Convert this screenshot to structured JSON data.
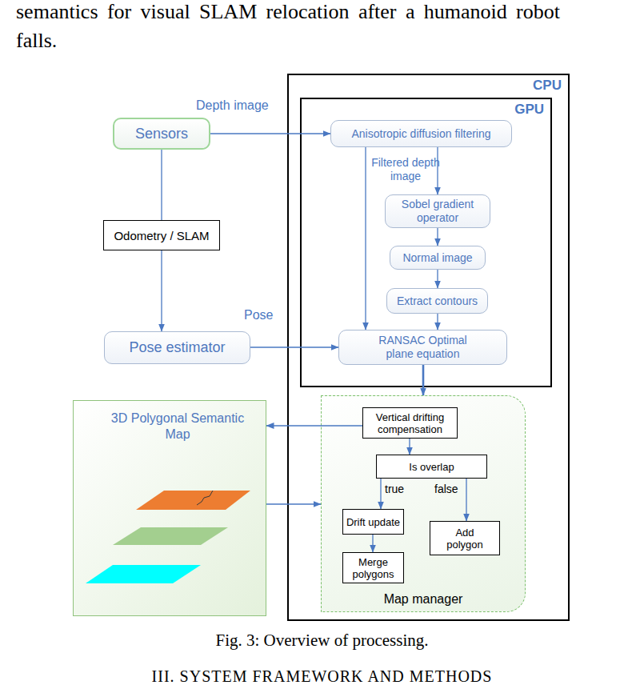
{
  "diagram": {
    "caption": "Fig. 3: Overview of processing.",
    "nodes": [
      {
        "text": [
          "CPU"
        ]
      },
      {
        "text": [
          "GPU"
        ],
        "in": 0
      },
      {
        "text": [
          "Sensors"
        ]
      },
      {
        "text": [
          "Anisotropic diffusion filtering"
        ],
        "in": 1
      },
      {
        "text": [
          "Odometry / SLAM"
        ]
      },
      {
        "text": [
          "Sobel gradient operator"
        ],
        "in": 1
      },
      {
        "text": [
          "Normal image"
        ],
        "in": 1
      },
      {
        "text": [
          "Extract contours"
        ],
        "in": 1
      },
      {
        "text": [
          "Pose estimator"
        ]
      },
      {
        "text": [
          "RANSAC Optimal plane equation"
        ],
        "in": 1
      },
      {
        "text": [
          "3D Polygonal Semantic Map"
        ]
      },
      {
        "text": [
          "Map manager"
        ],
        "in": 0
      },
      {
        "text": [
          "Vertical drifting compensation"
        ],
        "in": 11
      },
      {
        "text": [
          "Is overlap"
        ],
        "in": 11
      },
      {
        "text": [
          "Drift update"
        ],
        "in": 11
      },
      {
        "text": [
          "Add polygon"
        ],
        "in": 11
      },
      {
        "text": [
          "Merge polygons"
        ],
        "in": 11
      }
    ],
    "edges": [
      {
        "from": 2,
        "to": 3,
        "label": "Depth image",
        "arrow": "to"
      },
      {
        "from": 2,
        "to": 4,
        "arrow": "none"
      },
      {
        "from": 4,
        "to": 8,
        "arrow": "to"
      },
      {
        "from": 8,
        "to": 9,
        "label": "Pose",
        "arrow": "to"
      },
      {
        "from": 3,
        "to": 5,
        "label": "Filtered depth image",
        "arrow": "to"
      },
      {
        "from": 3,
        "to": 9,
        "arrow": "to"
      },
      {
        "from": 5,
        "to": 6,
        "arrow": "to"
      },
      {
        "from": 6,
        "to": 7,
        "arrow": "to"
      },
      {
        "from": 7,
        "to": 9,
        "arrow": "to"
      },
      {
        "from": 9,
        "to": 11,
        "arrow": "to"
      },
      {
        "from": 12,
        "to": 10,
        "arrow": "to"
      },
      {
        "from": 10,
        "to": 11,
        "arrow": "to"
      },
      {
        "from": 12,
        "to": 13,
        "arrow": "to"
      },
      {
        "from": 13,
        "to": 14,
        "label": "true",
        "arrow": "to"
      },
      {
        "from": 13,
        "to": 15,
        "label": "false",
        "arrow": "to"
      },
      {
        "from": 14,
        "to": 16,
        "arrow": "to"
      }
    ],
    "labels": [
      "semantics for visual SLAM relocation after a humanoid robot falls.",
      "III. SYSTEM FRAMEWORK AND METHODS"
    ]
  }
}
